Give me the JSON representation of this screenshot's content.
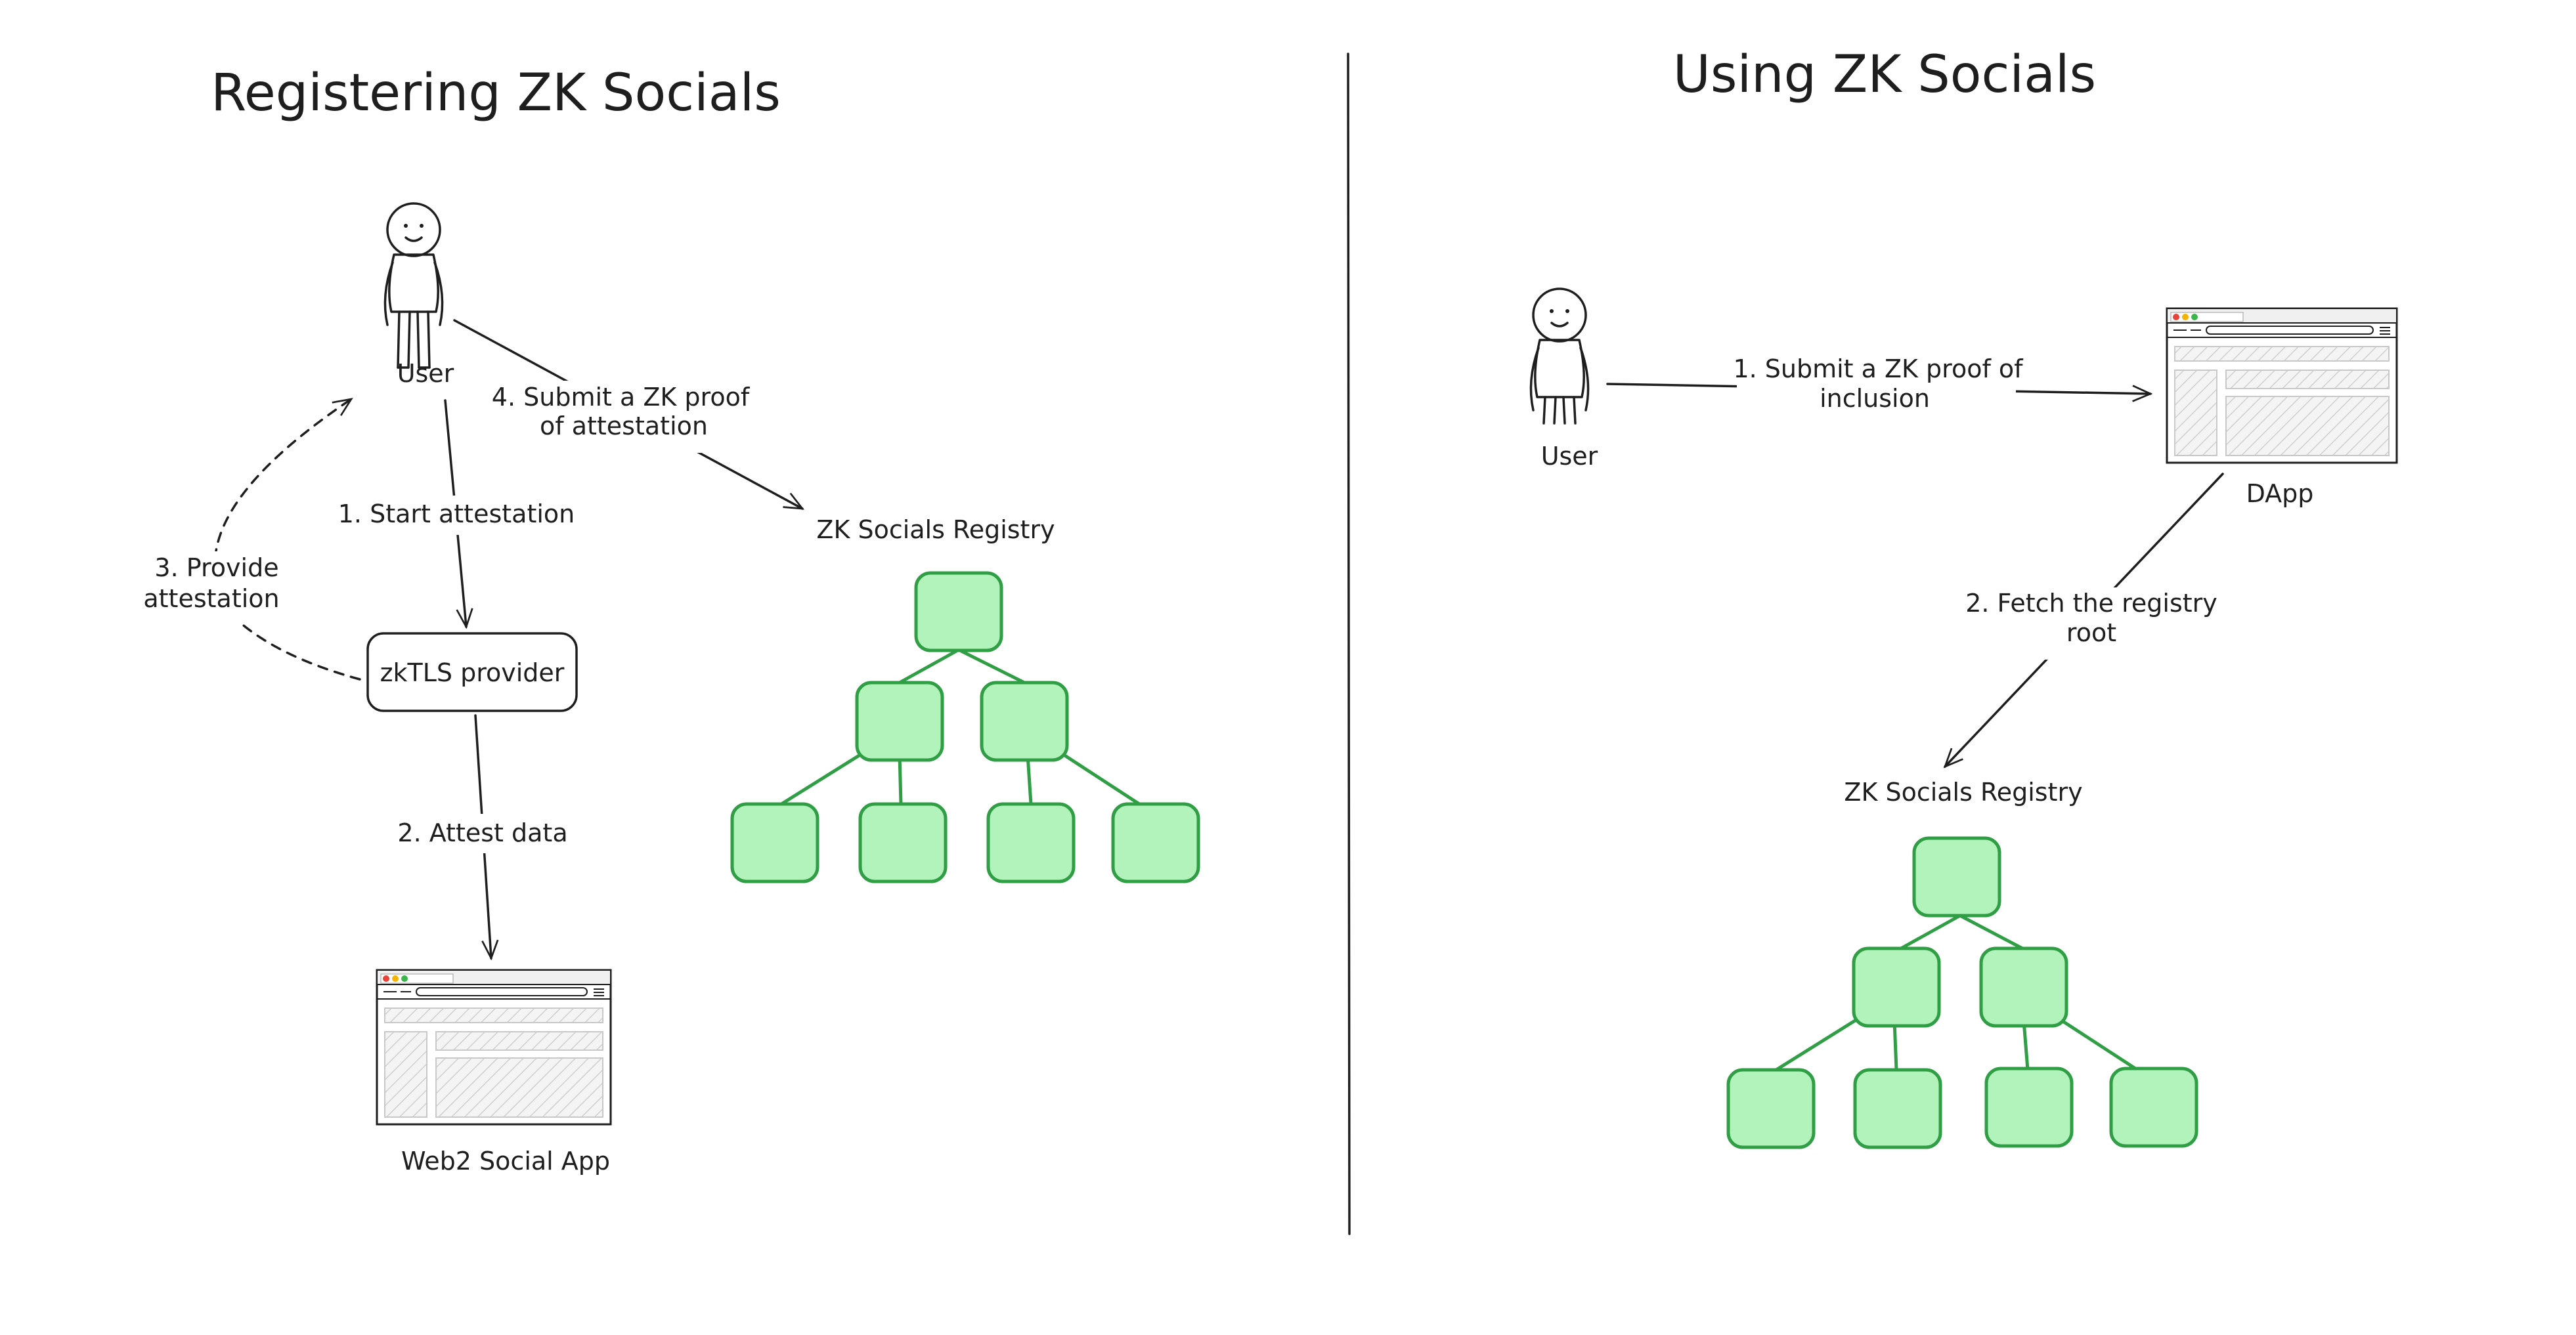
{
  "left_panel": {
    "title": "Registering ZK Socials",
    "user_label": "User",
    "step1": "1. Start attestation",
    "step2": "2. Attest data",
    "step3_line1": "3. Provide",
    "step3_line2": "attestation",
    "step4_line1": "4. Submit a ZK proof",
    "step4_line2": "of attestation",
    "provider_label": "zkTLS provider",
    "web2_label": "Web2 Social App",
    "registry_label": "ZK Socials Registry"
  },
  "right_panel": {
    "title": "Using ZK Socials",
    "user_label": "User",
    "step1_line1": "1. Submit a ZK proof of",
    "step1_line2": "inclusion",
    "dapp_label": "DApp",
    "step2_line1": "2. Fetch the registry",
    "step2_line2": "root",
    "registry_label": "ZK Socials Registry"
  },
  "colors": {
    "node_fill": "#b2f2bb",
    "node_stroke": "#2f9e44",
    "ink": "#1e1e1e",
    "browser_red": "#e8443a",
    "browser_yellow": "#f5b400",
    "browser_green": "#3cb54a"
  },
  "icons": {
    "user": "stick-figure-person",
    "app": "browser-window-wireframe",
    "registry": "merkle-tree"
  }
}
